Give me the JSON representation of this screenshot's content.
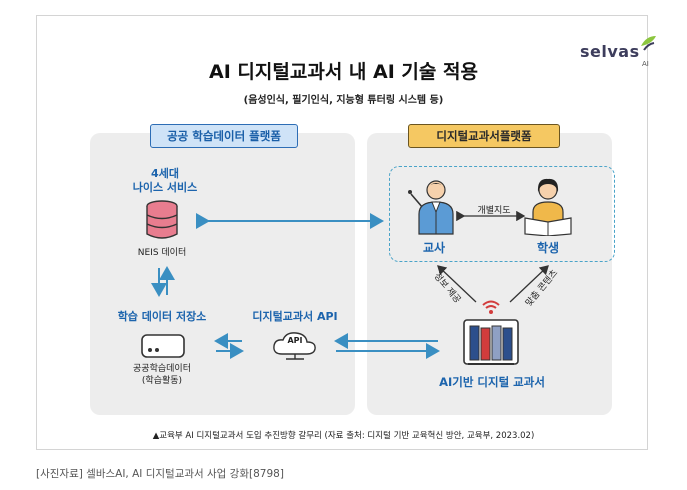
{
  "brand": {
    "logo_text": "selvas",
    "logo_sub": "AI"
  },
  "title": "AI 디지털교과서 내 AI 기술 적용",
  "subtitle": "(음성인식, 필기인식, 지능형 튜터링 시스템 등)",
  "left_panel": {
    "tag": "공공 학습데이터 플랫폼",
    "neis_title_line1": "4세대",
    "neis_title_line2": "나이스 서비스",
    "neis_caption": "NEIS 데이터",
    "storage_title": "학습 데이터 저장소",
    "storage_caption_line1": "공공학습데이터",
    "storage_caption_line2": "(학습활동)",
    "api_title": "디지털교과서 API",
    "api_icon_label": "API"
  },
  "right_panel": {
    "tag": "디지털교과서플랫폼",
    "teacher_label": "교사",
    "student_label": "학생",
    "guidance_label": "개별지도",
    "info_provide_label": "정보 제공",
    "custom_content_label": "맞춤 콘텐츠",
    "textbook_title": "AI기반 디지털 교과서"
  },
  "footnote": "▲교육부 AI 디지털교과서 도입 추진방향 갈무리 (자료 출처: 디지털 기반 교육혁신 방안, 교육부, 2023.02)",
  "caption": "[사진자료] 셀바스AI, AI 디지털교과서 사업 강화[8798]",
  "colors": {
    "accent_blue": "#1c64ad",
    "arrow_blue": "#3a8fc2",
    "tag_orange": "#f5c862",
    "logo_green": "#8cc63f"
  },
  "icons": [
    "database-icon",
    "server-icon",
    "cloud-api-icon",
    "teacher-icon",
    "student-icon",
    "wifi-icon",
    "books-icon",
    "logo-leaf-icon"
  ]
}
